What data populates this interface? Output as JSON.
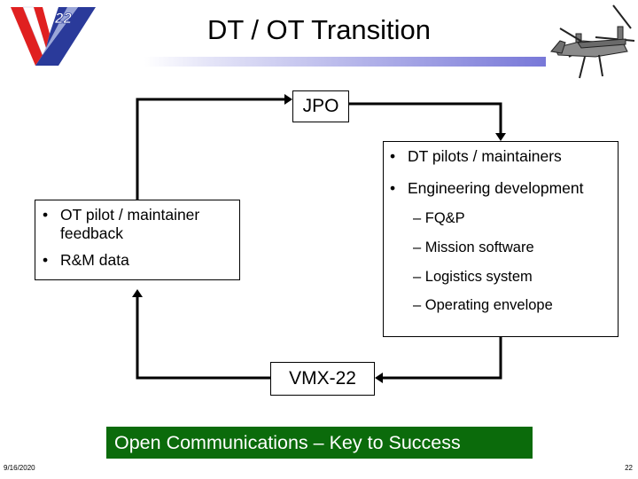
{
  "slide": {
    "title": "DT / OT Transition",
    "logo_icon": "v22-chevron-logo-icon",
    "aircraft_icon": "tiltrotor-aircraft-icon"
  },
  "diagram": {
    "jpo": "JPO",
    "vmx": "VMX-22",
    "left_box": {
      "items": [
        "OT pilot / maintainer feedback",
        "R&M data"
      ]
    },
    "right_box": {
      "items": [
        "DT pilots / maintainers",
        "Engineering development"
      ],
      "subitems": [
        "FQ&P",
        "Mission software",
        "Logistics system",
        "Operating envelope"
      ]
    }
  },
  "banner": "Open Communications – Key to Success",
  "footer": {
    "date": "9/16/2020",
    "page": "22"
  },
  "colors": {
    "banner_bg": "#0b6b0b",
    "title_bar_end": "#7878d8",
    "logo_red": "#e02020",
    "logo_blue": "#2a3a9a"
  }
}
